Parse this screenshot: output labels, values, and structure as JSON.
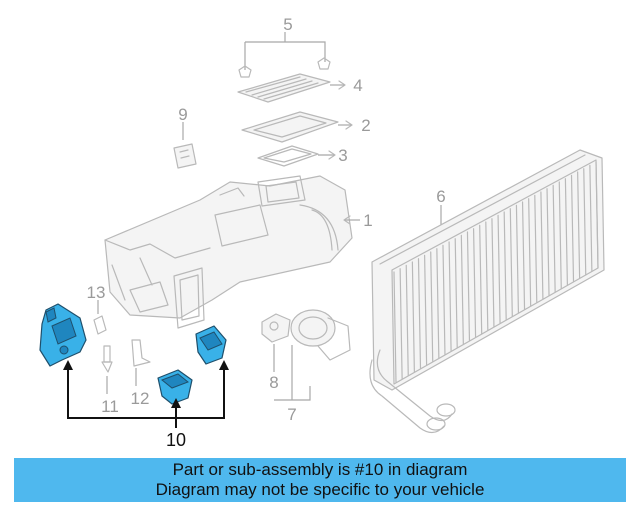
{
  "diagram": {
    "callouts": {
      "c1": "1",
      "c2": "2",
      "c3": "3",
      "c4": "4",
      "c5": "5",
      "c6": "6",
      "c7": "7",
      "c8": "8",
      "c9": "9",
      "c10": "10",
      "c11": "11",
      "c12": "12",
      "c13": "13"
    },
    "highlight_color": "#39b1e8"
  },
  "banner": {
    "line1": "Part or sub-assembly is #10 in diagram",
    "line2": "Diagram may not be specific to your vehicle",
    "background": "#4fb8ee"
  }
}
